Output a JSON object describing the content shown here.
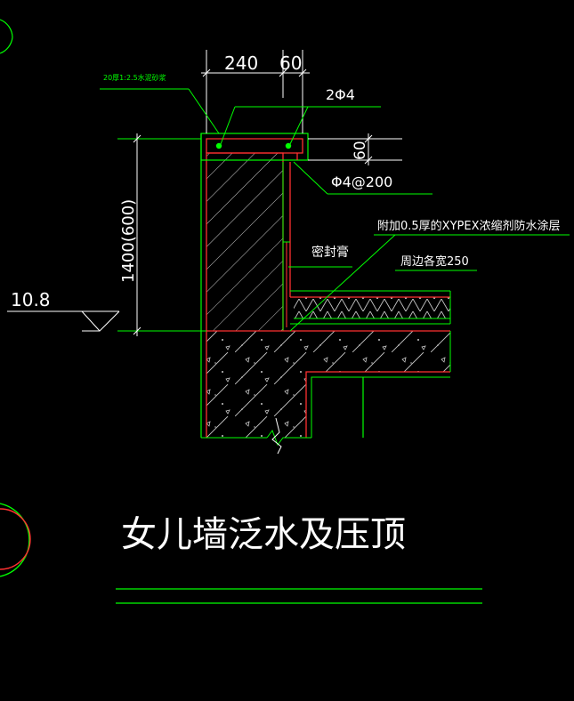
{
  "drawing": {
    "title": "女儿墙泛水及压顶",
    "dimensions": {
      "wall_width": "240",
      "offset_width": "60",
      "coping_height": "60",
      "parapet_height": "1400(600)"
    },
    "elevation": "10.8",
    "annotations": {
      "mortar_note": "20厚1:2.5水泥砂浆",
      "rebar_main": "2Φ4",
      "rebar_dist": "Φ4@200",
      "waterproof_note": "附加0.5厚的XYPEX浓缩剂防水涂层",
      "width_note": "周边各宽250",
      "sealant": "密封膏"
    }
  },
  "colors": {
    "background": "#000000",
    "line_green": "#00ff00",
    "outline_red": "#ff3030",
    "text_white": "#ffffff",
    "hatch_gray": "#c8c8c8"
  }
}
